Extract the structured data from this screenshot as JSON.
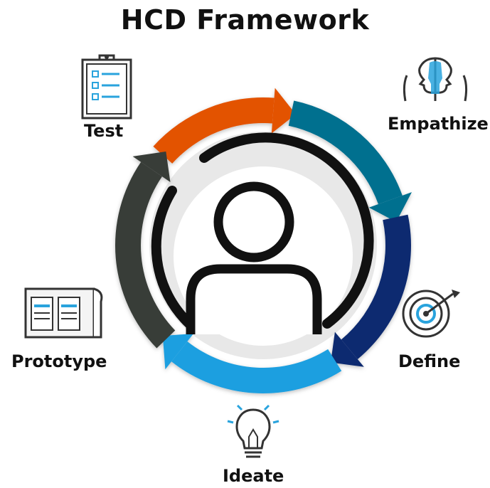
{
  "title": "HCD Framework",
  "stages": {
    "test": "Test",
    "empathize": "Empathize",
    "define": "Define",
    "ideate": "Ideate",
    "prototype": "Prototype"
  },
  "colors": {
    "test": "#e35205",
    "empathize": "#00708f",
    "define": "#0b2a6f",
    "ideate": "#1e9fe0",
    "prototype": "#383c38",
    "icon_accent": "#29a3dd"
  },
  "icons": {
    "test": "clipboard-checklist-icon",
    "empathize": "two-heads-icon",
    "define": "target-arrow-icon",
    "ideate": "lightbulb-icon",
    "prototype": "blueprint-icon",
    "center": "person-icon"
  }
}
